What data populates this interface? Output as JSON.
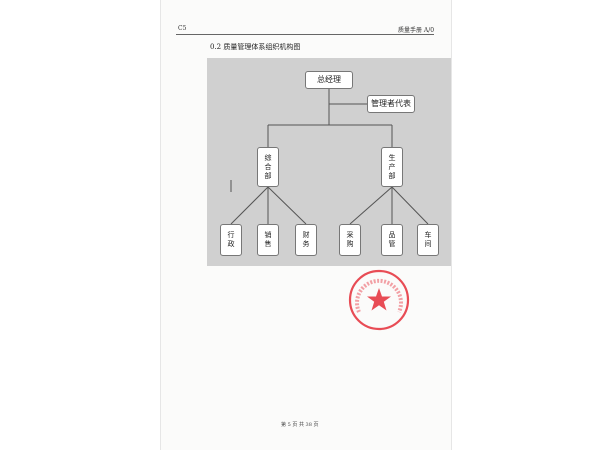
{
  "header": {
    "left": "C5",
    "right": "质量手册 A/0"
  },
  "section_title": "0.2  质量管理体系组织机构图",
  "org": {
    "top": "总经理",
    "rep": "管理者代表",
    "dept_left": "综合部",
    "dept_right": "生产部",
    "units_left": [
      "行政",
      "销售",
      "财务"
    ],
    "units_right": [
      "采购",
      "品管",
      "车间"
    ]
  },
  "stamp": {
    "text": "科技（广东）有限公司",
    "color": "#e84c55"
  },
  "footer": {
    "page_label": "第 5 页 共 38 页"
  },
  "colors": {
    "diagram_bg": "#d0d0d0",
    "box_border": "#777777"
  }
}
